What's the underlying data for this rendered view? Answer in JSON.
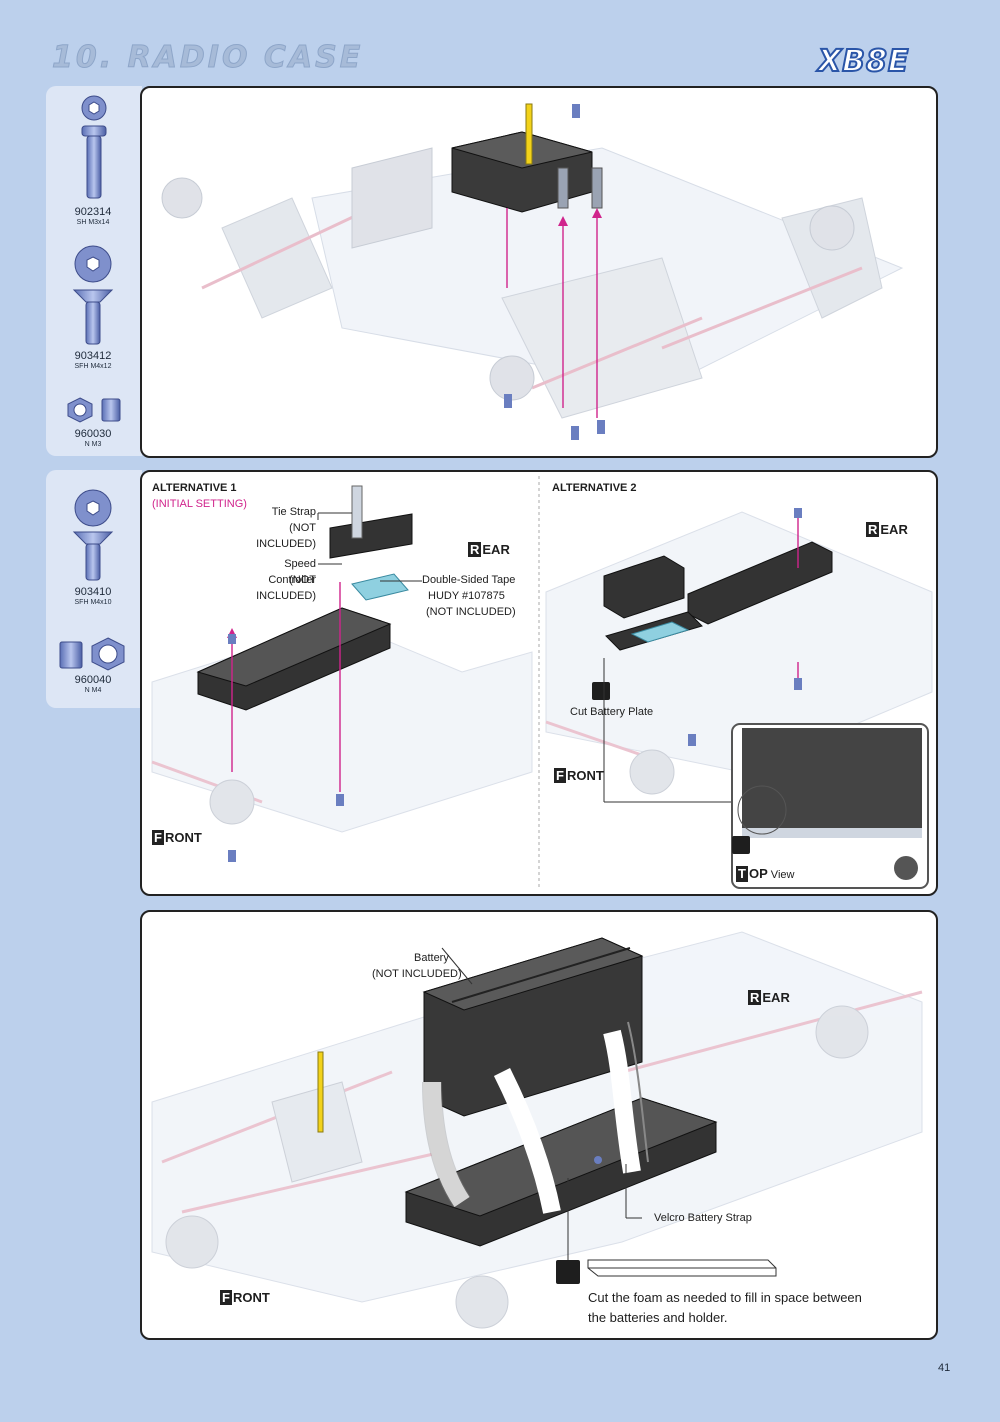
{
  "header": {
    "section_title": "10. RADIO CASE",
    "brand": "XB8E"
  },
  "parts_step1": [
    {
      "code": "902314",
      "desc": "SH M3x14",
      "icon": "socket-head-screw-icon"
    },
    {
      "code": "903412",
      "desc": "SFH M4x12",
      "icon": "flat-head-screw-icon"
    },
    {
      "code": "960030",
      "desc": "N M3",
      "icon": "nut-icon"
    }
  ],
  "parts_step2": [
    {
      "code": "903410",
      "desc": "SFH M4x10",
      "icon": "flat-head-screw-icon"
    },
    {
      "code": "960040",
      "desc": "N M4",
      "icon": "nut-icon"
    }
  ],
  "alt1": {
    "title": "ALTERNATIVE 1",
    "subtitle": "(INITIAL SETTING)",
    "tie_strap": "Tie Strap",
    "tie_strap_note": "(NOT INCLUDED)",
    "speed_controller": "Speed Controller",
    "speed_controller_note": "(NOT INCLUDED)",
    "tape": "Double-Sided Tape",
    "tape_ref": "HUDY #107875",
    "tape_note": "(NOT INCLUDED)",
    "rear": {
      "cap": "R",
      "rest": "EAR"
    },
    "front": {
      "cap": "F",
      "rest": "RONT"
    }
  },
  "alt2": {
    "title": "ALTERNATIVE 2",
    "cut_plate": "Cut Battery Plate",
    "rear": {
      "cap": "R",
      "rest": "EAR"
    },
    "front": {
      "cap": "F",
      "rest": "RONT"
    },
    "top_view": {
      "cap": "T",
      "bold": "OP",
      "rest": " View"
    }
  },
  "step3": {
    "battery": "Battery",
    "battery_note": "(NOT INCLUDED)",
    "strap": "Velcro Battery Strap",
    "rear": {
      "cap": "R",
      "rest": "EAR"
    },
    "front": {
      "cap": "F",
      "rest": "RONT"
    },
    "foam_note_line1": "Cut the foam as needed to fill in space between",
    "foam_note_line2": "the batteries and holder."
  },
  "page_number": "41",
  "colors": {
    "background": "#bcd0ec",
    "accent": "#d0248c",
    "tape": "#8fd0e0",
    "brand_blue": "#2a55a8"
  }
}
